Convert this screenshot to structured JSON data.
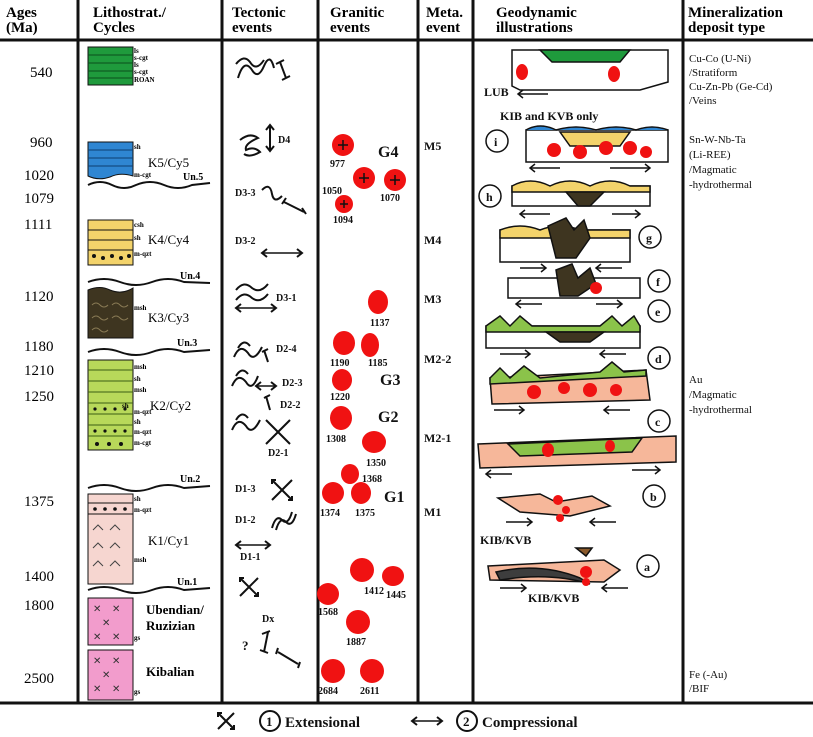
{
  "headers": {
    "ages": "Ages\n(Ma)",
    "litho": "Lithostrat./\nCycles",
    "tectonic": "Tectonic\nevents",
    "granitic": "Granitic\nevents",
    "meta": "Meta.\nevent",
    "geodynamic": "Geodynamic\nillustrations",
    "mineral": "Mineralization\ndeposit type"
  },
  "ages": [
    "540",
    "960",
    "1020",
    "1079",
    "1111",
    "1120",
    "1180",
    "1210",
    "1250",
    "1375",
    "1400",
    "1800",
    "2500"
  ],
  "litho": {
    "roan_labels": [
      "ls",
      "s-cgt",
      "ls",
      "s-cgt",
      "ROAN"
    ],
    "k5_cap": "sh",
    "k5_base": "m-cgt",
    "k5_name": "K5/Cy5",
    "un5": "Un.5",
    "k4_labels": [
      "csh",
      "sh",
      "m-qzt"
    ],
    "k4_name": "K4/Cy4",
    "un4": "Un.4",
    "k3_label": "msh",
    "k3_name": "K3/Cy3",
    "un3": "Un.3",
    "k2_labels": [
      "msh",
      "sh",
      "msh",
      "sh",
      "m-qzt",
      "sh",
      "m-qzt",
      "m-cgt"
    ],
    "k2_name": "K2/Cy2",
    "un2": "Un.2",
    "k1_labels": [
      "sh",
      "m-qzt",
      "msh"
    ],
    "k1_name": "K1/Cy1",
    "un1": "Un.1",
    "ubendian_1": "Ubendian/",
    "ubendian_2": "Ruzizian",
    "ubendian_gs": "gs",
    "kibalian": "Kibalian",
    "kibalian_gs": "gs"
  },
  "tectonic": {
    "d4": "D4",
    "d33": "D3-3",
    "d32": "D3-2",
    "d31": "D3-1",
    "d24": "D2-4",
    "d23": "D2-3",
    "d22": "D2-2",
    "d21": "D2-1",
    "d13": "D1-3",
    "d12": "D1-2",
    "d11": "D1-1",
    "dx": "Dx",
    "q": "?"
  },
  "granitic": {
    "ages": [
      "977",
      "1050",
      "1070",
      "1094",
      "1137",
      "1190",
      "1185",
      "1220",
      "1308",
      "1350",
      "1368",
      "1374",
      "1375",
      "1412",
      "1445",
      "1568",
      "1887",
      "2684",
      "2611"
    ],
    "groups": [
      "G4",
      "G3",
      "G2",
      "G1"
    ]
  },
  "meta": [
    "M5",
    "M4",
    "M3",
    "M2-2",
    "M2-1",
    "M1"
  ],
  "geodynamic": {
    "lub": "LUB",
    "kib_kvb_only": "KIB and KVB only",
    "kib_kvb_1": "KIB/KVB",
    "kib_kvb_2": "KIB/KVB",
    "stages": [
      "i",
      "h",
      "g",
      "f",
      "e",
      "d",
      "c",
      "b",
      "a"
    ]
  },
  "mineral": {
    "m1": [
      "Cu-Co (U-Ni)",
      "/Stratiform",
      "Cu-Zn-Pb (Ge-Cd)",
      "/Veins"
    ],
    "m2": [
      "Sn-W-Nb-Ta",
      "(Li-REE)",
      "/Magmatic",
      "-hydrothermal"
    ],
    "m3": [
      "Au",
      "/Magmatic",
      "-hydrothermal"
    ],
    "m4": [
      "Fe (-Au)",
      "/BIF"
    ]
  },
  "legend": {
    "n1": "1",
    "extensional": "Extensional",
    "n2": "2",
    "compressional": "Compressional"
  },
  "colors": {
    "roan": "#1f9a3c",
    "k5": "#2f86d2",
    "k4": "#f3d36b",
    "k3": "#3e3520",
    "k2": "#b8d85a",
    "k1": "#f6d6d0",
    "basement": "#f29ccc",
    "granite": "#f01212",
    "salmon": "#f6b79a",
    "green": "#8bc34a"
  }
}
